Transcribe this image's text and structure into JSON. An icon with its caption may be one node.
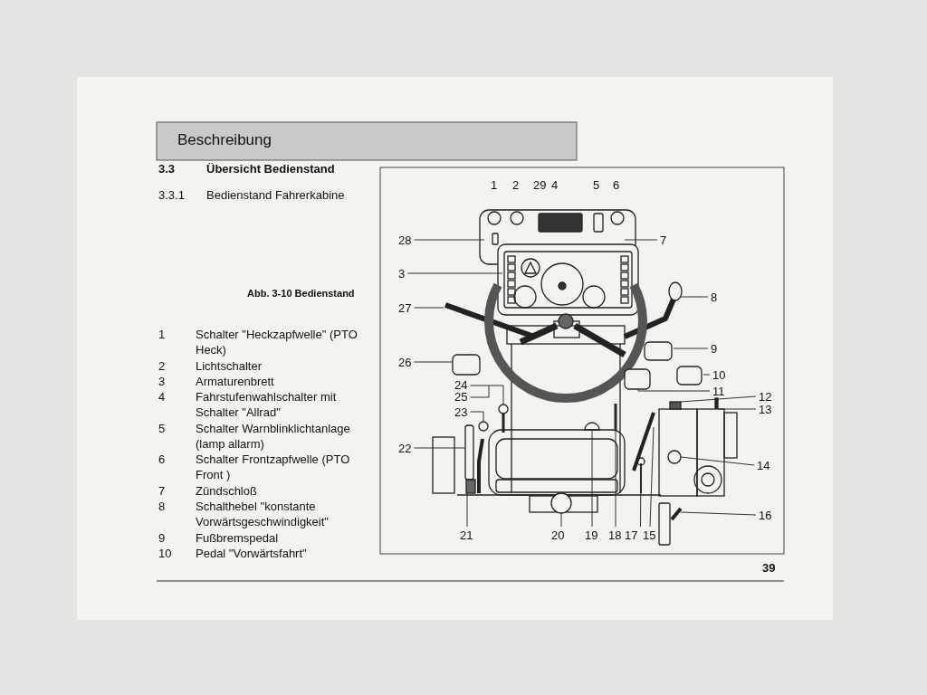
{
  "diagram": {
    "title": "Beschreibung",
    "nodes": [
      {
        "text": [
          "28"
        ]
      },
      {
        "text": [
          "7"
        ]
      },
      {
        "text": [
          "3"
        ]
      },
      {
        "text": [
          "8"
        ]
      },
      {
        "text": [
          "27"
        ]
      },
      {
        "text": [
          "9"
        ]
      },
      {
        "text": [
          "26"
        ]
      },
      {
        "text": [
          "10"
        ]
      },
      {
        "text": [
          "11"
        ]
      },
      {
        "text": [
          "24"
        ]
      },
      {
        "text": [
          "25"
        ]
      },
      {
        "text": [
          "12"
        ]
      },
      {
        "text": [
          "23"
        ]
      },
      {
        "text": [
          "13"
        ]
      },
      {
        "text": [
          "22"
        ]
      },
      {
        "text": [
          "14"
        ]
      },
      {
        "text": [
          "16"
        ]
      },
      {
        "text": [
          "21"
        ]
      },
      {
        "text": [
          "20"
        ]
      },
      {
        "text": [
          "19"
        ]
      },
      {
        "text": [
          "18"
        ]
      },
      {
        "text": [
          "17"
        ]
      },
      {
        "text": [
          "15"
        ]
      },
      {
        "text": [],
        "shape": "box"
      },
      {
        "text": [],
        "shape": "bar"
      },
      {
        "text": [],
        "shape": "circle"
      }
    ],
    "edges": [
      {
        "from": 0,
        "to": null,
        "arrow": "none"
      },
      {
        "from": 1,
        "to": null,
        "arrow": "none"
      },
      {
        "from": 2,
        "to": null,
        "arrow": "none"
      },
      {
        "from": 3,
        "to": null,
        "arrow": "none"
      },
      {
        "from": 4,
        "to": null,
        "arrow": "none"
      },
      {
        "from": 5,
        "to": null,
        "arrow": "none"
      },
      {
        "from": 6,
        "to": 23,
        "arrow": "none"
      },
      {
        "from": 7,
        "to": null,
        "arrow": "none"
      },
      {
        "from": 8,
        "to": null,
        "arrow": "none"
      },
      {
        "from": 9,
        "to": null,
        "arrow": "none"
      },
      {
        "from": 10,
        "to": null,
        "arrow": "none"
      },
      {
        "from": 11,
        "to": null,
        "arrow": "none"
      },
      {
        "from": 12,
        "to": 25,
        "arrow": "none"
      },
      {
        "from": 13,
        "to": 24,
        "arrow": "none"
      },
      {
        "from": 14,
        "to": null,
        "arrow": "none"
      },
      {
        "from": 15,
        "to": null,
        "arrow": "none"
      },
      {
        "from": 16,
        "to": null,
        "arrow": "none"
      },
      {
        "from": 17,
        "to": null,
        "arrow": "none"
      },
      {
        "from": 18,
        "to": null,
        "arrow": "none"
      },
      {
        "from": 19,
        "to": null,
        "arrow": "none"
      },
      {
        "from": 20,
        "to": null,
        "arrow": "none"
      },
      {
        "from": 21,
        "to": null,
        "arrow": "none"
      },
      {
        "from": 22,
        "to": null,
        "arrow": "none"
      }
    ],
    "labels": [
      "3.3",
      "Übersicht Bedienstand",
      "3.3.1",
      "Bedienstand Fahrerkabine",
      "1",
      "2",
      "29",
      "4",
      "5",
      "6",
      "Abb. 3-10 Bedienstand",
      "1",
      "Schalter \"Heckzapfwelle\" (PTO Heck)",
      "2",
      "Lichtschalter",
      "3",
      "Armaturenbrett",
      "4",
      "Fahrstufenwahlschalter mit Schalter \"Allrad\"",
      "5",
      "Schalter Warnblinklichtanlage (lamp allarm)",
      "6",
      "Schalter Frontzapfwelle (PTO Front )",
      "7",
      "Zündschloß",
      "8",
      "Schalthebel \"konstante Vorwärtsgeschwindigkeit\"",
      "9",
      "Fußbremspedal",
      "10",
      "Pedal \"Vorwärtsfahrt\"",
      "39"
    ]
  }
}
